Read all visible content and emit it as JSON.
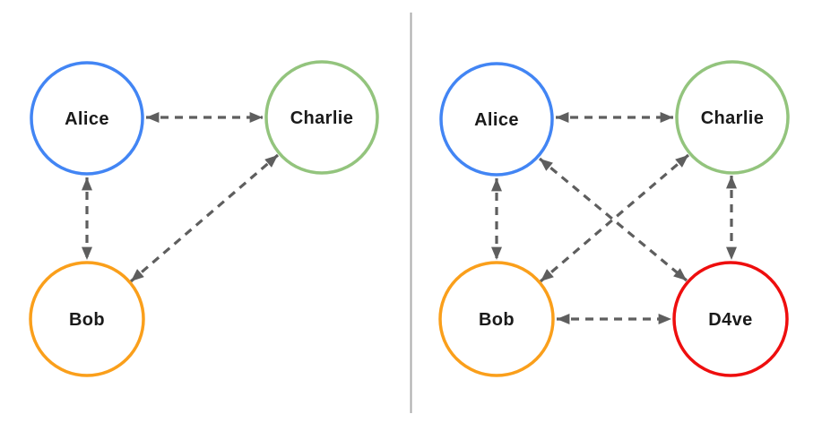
{
  "colors": {
    "edge": "#5E5E5E",
    "divider": "#ACACAC",
    "label": "#1A1A1A",
    "node_fill": "#FFFFFF"
  },
  "left_graph": {
    "nodes": [
      {
        "id": "alice",
        "label": "Alice",
        "color": "#4285F4"
      },
      {
        "id": "charlie",
        "label": "Charlie",
        "color": "#93C47D"
      },
      {
        "id": "bob",
        "label": "Bob",
        "color": "#FA9F1B"
      }
    ],
    "edges": [
      {
        "from": "alice",
        "to": "charlie",
        "bidirectional": true,
        "style": "dashed"
      },
      {
        "from": "alice",
        "to": "bob",
        "bidirectional": true,
        "style": "dashed"
      },
      {
        "from": "bob",
        "to": "charlie",
        "bidirectional": true,
        "style": "dashed"
      }
    ]
  },
  "right_graph": {
    "nodes": [
      {
        "id": "alice",
        "label": "Alice",
        "color": "#4285F4"
      },
      {
        "id": "charlie",
        "label": "Charlie",
        "color": "#93C47D"
      },
      {
        "id": "bob",
        "label": "Bob",
        "color": "#FA9F1B"
      },
      {
        "id": "d4ve",
        "label": "D4ve",
        "color": "#EE0E0E"
      }
    ],
    "edges": [
      {
        "from": "alice",
        "to": "charlie",
        "bidirectional": true,
        "style": "dashed"
      },
      {
        "from": "alice",
        "to": "bob",
        "bidirectional": true,
        "style": "dashed"
      },
      {
        "from": "charlie",
        "to": "d4ve",
        "bidirectional": true,
        "style": "dashed"
      },
      {
        "from": "bob",
        "to": "d4ve",
        "bidirectional": true,
        "style": "dashed"
      },
      {
        "from": "alice",
        "to": "d4ve",
        "bidirectional": true,
        "style": "dashed"
      },
      {
        "from": "bob",
        "to": "charlie",
        "bidirectional": true,
        "style": "dashed"
      }
    ]
  }
}
